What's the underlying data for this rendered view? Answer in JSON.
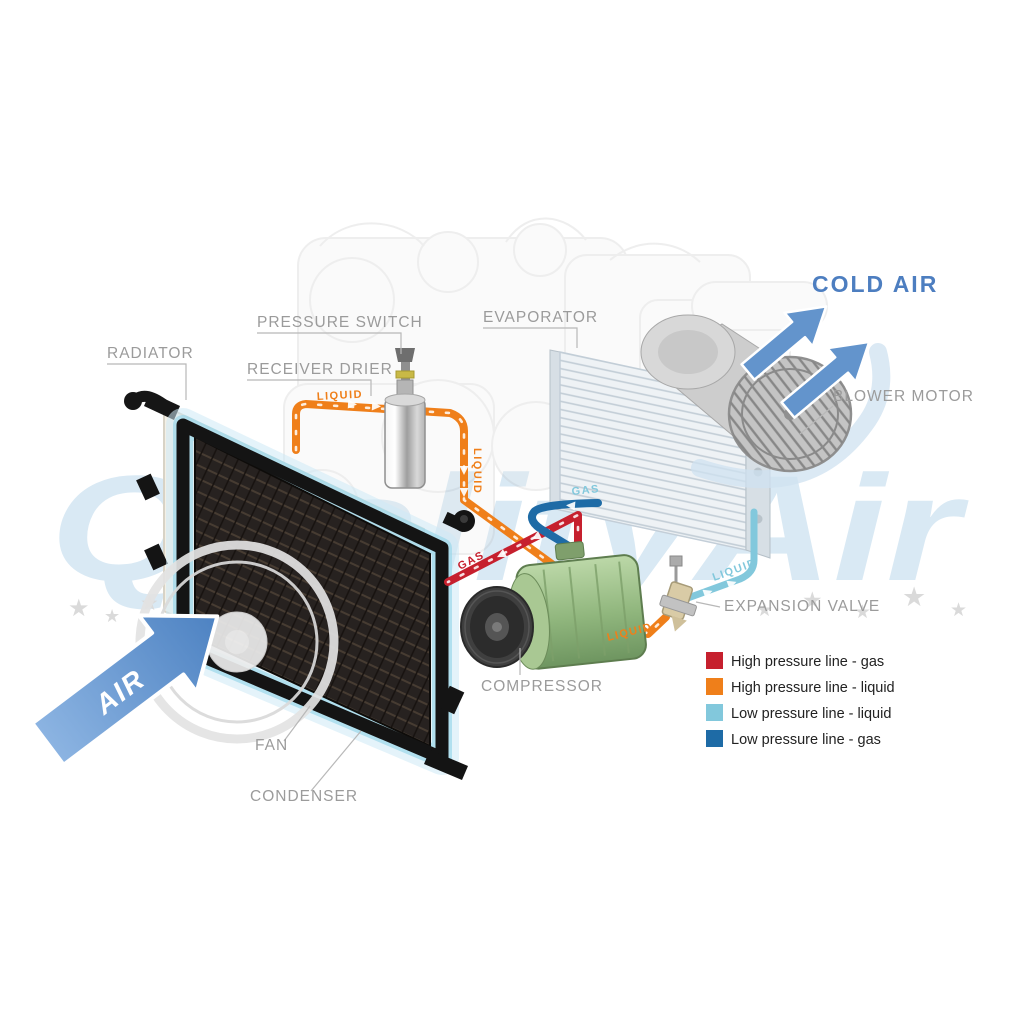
{
  "component_labels": {
    "radiator": "RADIATOR",
    "pressure_switch": "PRESSURE SWITCH",
    "receiver_drier": "RECEIVER DRIER",
    "evaporator": "EVAPORATOR",
    "blower_motor": "BLOWER MOTOR",
    "expansion_valve": "EXPANSION VALVE",
    "compressor": "COMPRESSOR",
    "fan": "FAN",
    "condenser": "CONDENSER"
  },
  "flow": {
    "cold_air": "COLD AIR",
    "air": "AIR",
    "liquid_condenser_out": "LIQUID",
    "liquid_receiver": "LIQUID",
    "gas_compressor": "GAS",
    "gas_evaporator": "GAS",
    "liquid_expansion": "LIQUID",
    "liquid_low": "LIQUID"
  },
  "legend": {
    "items": [
      {
        "label": "High pressure line - gas",
        "color": "#c6202e"
      },
      {
        "label": "High pressure line - liquid",
        "color": "#ef7f1a"
      },
      {
        "label": "Low pressure line - liquid",
        "color": "#82c8dc"
      },
      {
        "label": "Low pressure line -  gas",
        "color": "#1e6ba6"
      }
    ]
  },
  "colors": {
    "high_pressure_gas": "#c6202e",
    "high_pressure_liquid": "#ef7f1a",
    "low_pressure_liquid": "#82c8dc",
    "low_pressure_gas": "#1e6ba6",
    "cold_air_text": "#4d7ec0"
  },
  "watermark": {
    "text": "QualityAir",
    "star": "★"
  }
}
